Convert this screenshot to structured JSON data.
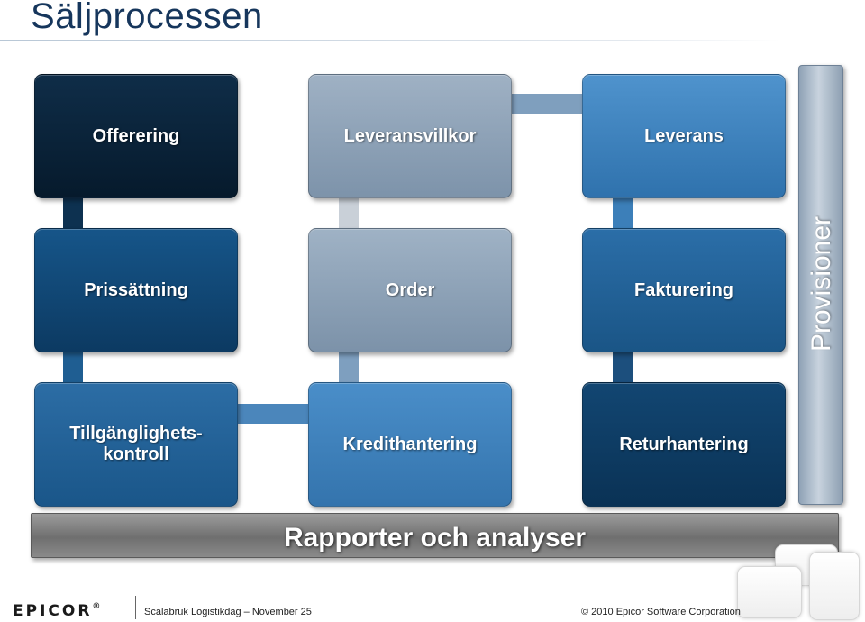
{
  "title": "Säljprocessen",
  "boxes": {
    "offerering": "Offerering",
    "leveransvillkor": "Leveransvillkor",
    "leverans": "Leverans",
    "prissattning": "Prissättning",
    "order": "Order",
    "fakturering": "Fakturering",
    "tillganglighetskontroll": "Tillgänglighets-\nkontroll",
    "kredithantering": "Kredithantering",
    "returhantering": "Returhantering"
  },
  "side_panel": "Provisioner",
  "bottom_bar": "Rapporter och analyser",
  "footer": {
    "logo": "EPICOR",
    "logo_mark": "®",
    "event": "Scalabruk Logistikdag – November 25",
    "copyright": "© 2010 Epicor Software Corporation"
  },
  "colors": {
    "title": "#16365c",
    "darkest_navy": "#0b2238",
    "navy": "#11446f",
    "blue": "#2f74b0",
    "light_blue": "#4a8dc6",
    "gray_blue": "#8ea2b7",
    "bar_gray": "#7a7a7a"
  }
}
